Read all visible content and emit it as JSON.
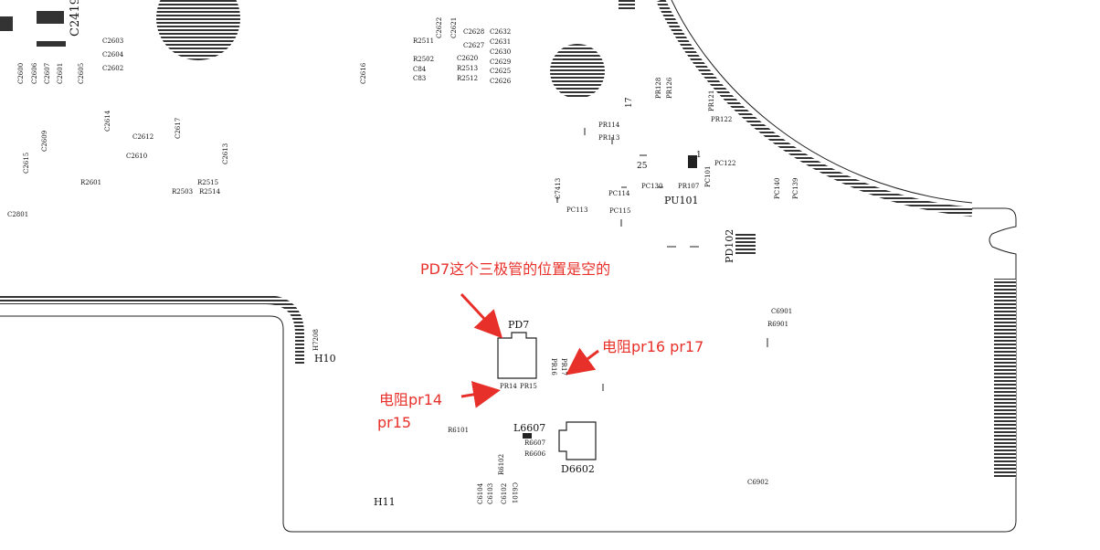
{
  "annotations": {
    "pd7_note": "PD7这个三极管的位置是空的",
    "pr16_note": "电阻pr16 pr17",
    "pr14_note_line1": "电阻pr14",
    "pr14_note_line2": "pr15"
  },
  "colors": {
    "annotation": "#e8302a",
    "silkscreen": "#111111",
    "hatch": "#333333"
  },
  "labels": {
    "c2419": "C2419",
    "c2603": "C2603",
    "c2604": "C2604",
    "c2602": "C2602",
    "c2600": "C2600",
    "c2606": "C2606",
    "c2607": "C2607",
    "c2601": "C2601",
    "c2605": "C2605",
    "c2614": "C2614",
    "c2612": "C2612",
    "c2617": "C2617",
    "c2609": "C2609",
    "c2615": "C2615",
    "c2610": "C2610",
    "c2613": "C2613",
    "r2601": "R2601",
    "c2801": "C2801",
    "r2503": "R2503",
    "r2515": "R2515",
    "r2514": "R2514",
    "c2616": "C2616",
    "r2511": "R2511",
    "r2502": "R2502",
    "c2622": "C2622",
    "c2621": "C2621",
    "c2628": "C2628",
    "c2627": "C2627",
    "c2632": "C2632",
    "c2631": "C2631",
    "c2630": "C2630",
    "c2629": "C2629",
    "c2625": "C2625",
    "c2626": "C2626",
    "c2620": "C2620",
    "r2513": "R2513",
    "r2512": "R2512",
    "c84": "C84",
    "c83": "C83",
    "pr114": "PR114",
    "pr113": "PR113",
    "pr107": "PR107",
    "pc114": "PC114",
    "pc115": "PC115",
    "pc113": "PC113",
    "pc130": "PC130",
    "pc122": "PC122",
    "pc101": "PC101",
    "pc140": "PC140",
    "pc139": "PC139",
    "pu101": "PU101",
    "pd102": "PD102",
    "pin25": "25",
    "pin17": "17",
    "pin1": "1",
    "c7413": "C7413",
    "h10": "H10",
    "h11": "H11",
    "h7208": "H7208",
    "pd7": "PD7",
    "pr14": "PR14",
    "pr15": "PR15",
    "pr16": "PR16",
    "pr17": "PR17",
    "l6607": "L6607",
    "r6607": "R6607",
    "r6606": "R6606",
    "d6602": "D6602",
    "r6102": "R6102",
    "r6101": "R6101",
    "c6104": "C6104",
    "c6103": "C6103",
    "c6102": "C6102",
    "c6101": "C6101",
    "c6902": "C6902",
    "r6901": "R6901",
    "c6901": "C6901",
    "pr128": "PR128",
    "pr126": "PR126",
    "pr121": "PR121",
    "pr122": "PR122"
  }
}
